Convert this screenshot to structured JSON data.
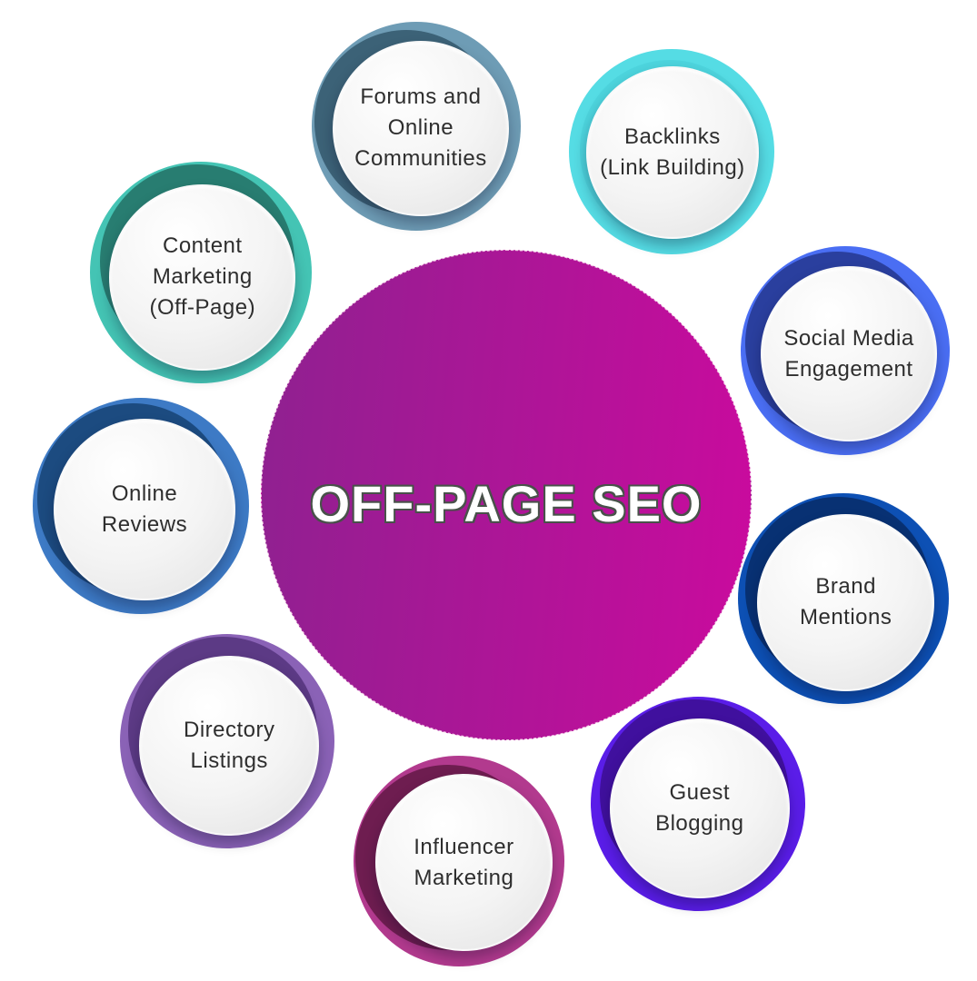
{
  "center": {
    "title": "OFF-PAGE SEO"
  },
  "colors": {
    "background": "#ffffff",
    "center_gradient_start": "#8e2190",
    "center_gradient_end": "#cb0a9e",
    "center_dashed_outline": "#f3c4e4",
    "title_text": "#ffffff",
    "title_outline": "#49514a",
    "label_text": "#2e2e2e"
  },
  "satellites": [
    {
      "id": "forums-and-online-communities",
      "label": "Forums and\nOnline\nCommunities",
      "ring_color": "#6e9cb5",
      "shadow_color": "#3c6277"
    },
    {
      "id": "backlinks-link-building",
      "label": "Backlinks\n(Link Building)",
      "ring_color": "#55dce4",
      "shadow_color": "#4dd4dd"
    },
    {
      "id": "social-media-engagement",
      "label": "Social Media\nEngagement",
      "ring_color": "#4a6ef3",
      "shadow_color": "#2a3f9e"
    },
    {
      "id": "brand-mentions",
      "label": "Brand\nMentions",
      "ring_color": "#0d50b4",
      "shadow_color": "#083173"
    },
    {
      "id": "guest-blogging",
      "label": "Guest\nBlogging",
      "ring_color": "#5a1de8",
      "shadow_color": "#40109e"
    },
    {
      "id": "influencer-marketing",
      "label": "Influencer\nMarketing",
      "ring_color": "#b23a8e",
      "shadow_color": "#6e1d50"
    },
    {
      "id": "directory-listings",
      "label": "Directory\nListings",
      "ring_color": "#8a62b6",
      "shadow_color": "#5c3a85"
    },
    {
      "id": "online-reviews",
      "label": "Online\nReviews",
      "ring_color": "#3d7ac5",
      "shadow_color": "#1c4b80"
    },
    {
      "id": "content-marketing-off-page",
      "label": "Content\nMarketing\n(Off-Page)",
      "ring_color": "#44c4b4",
      "shadow_color": "#287d71"
    }
  ]
}
